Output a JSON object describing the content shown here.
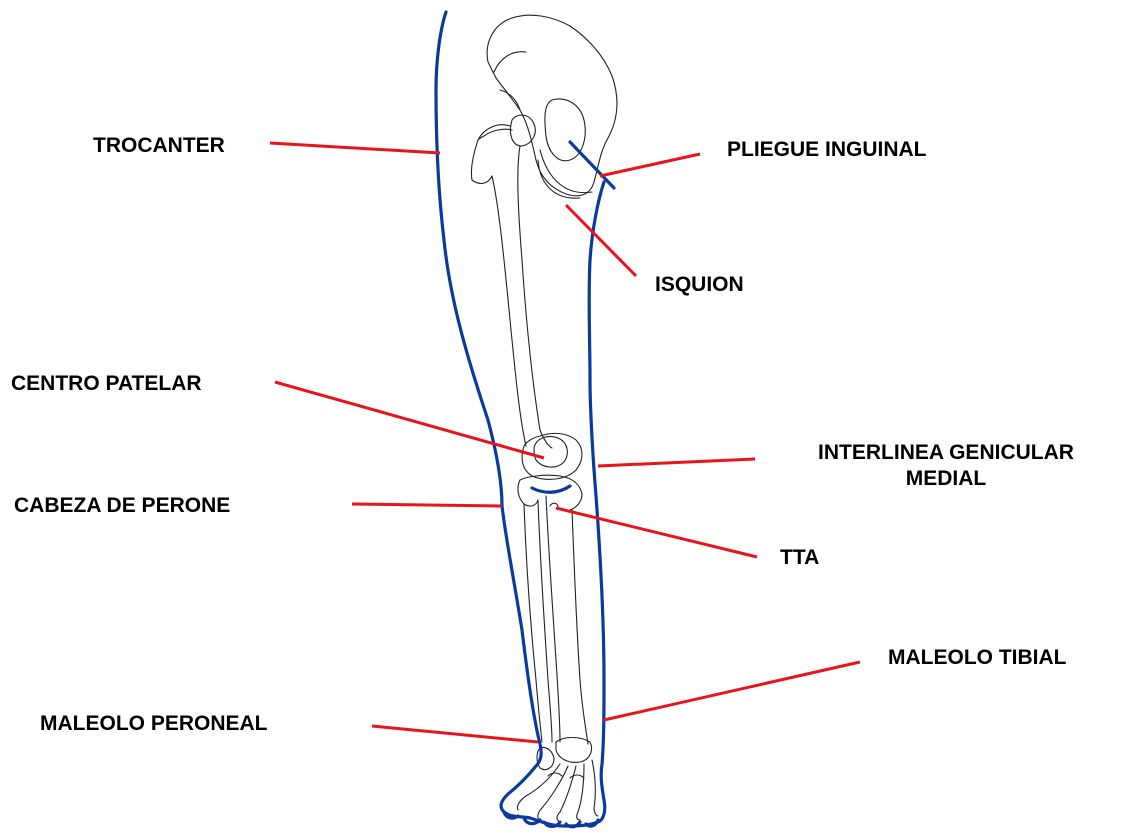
{
  "colors": {
    "outline": "#0a3a9c",
    "leader": "#e8141b",
    "bones": "#222222",
    "text": "#000000"
  },
  "labels": {
    "trocanter": "TROCANTER",
    "pliegue_inguinal": "PLIEGUE INGUINAL",
    "isquion": "ISQUION",
    "centro_patelar": "CENTRO PATELAR",
    "interlinea_line1": "INTERLINEA GENICULAR",
    "interlinea_line2": "MEDIAL",
    "cabeza_de_perone": "CABEZA DE PERONE",
    "tta": "TTA",
    "maleolo_tibial": "MALEOLO TIBIAL",
    "maleolo_peroneal": "MALEOLO PERONEAL"
  }
}
